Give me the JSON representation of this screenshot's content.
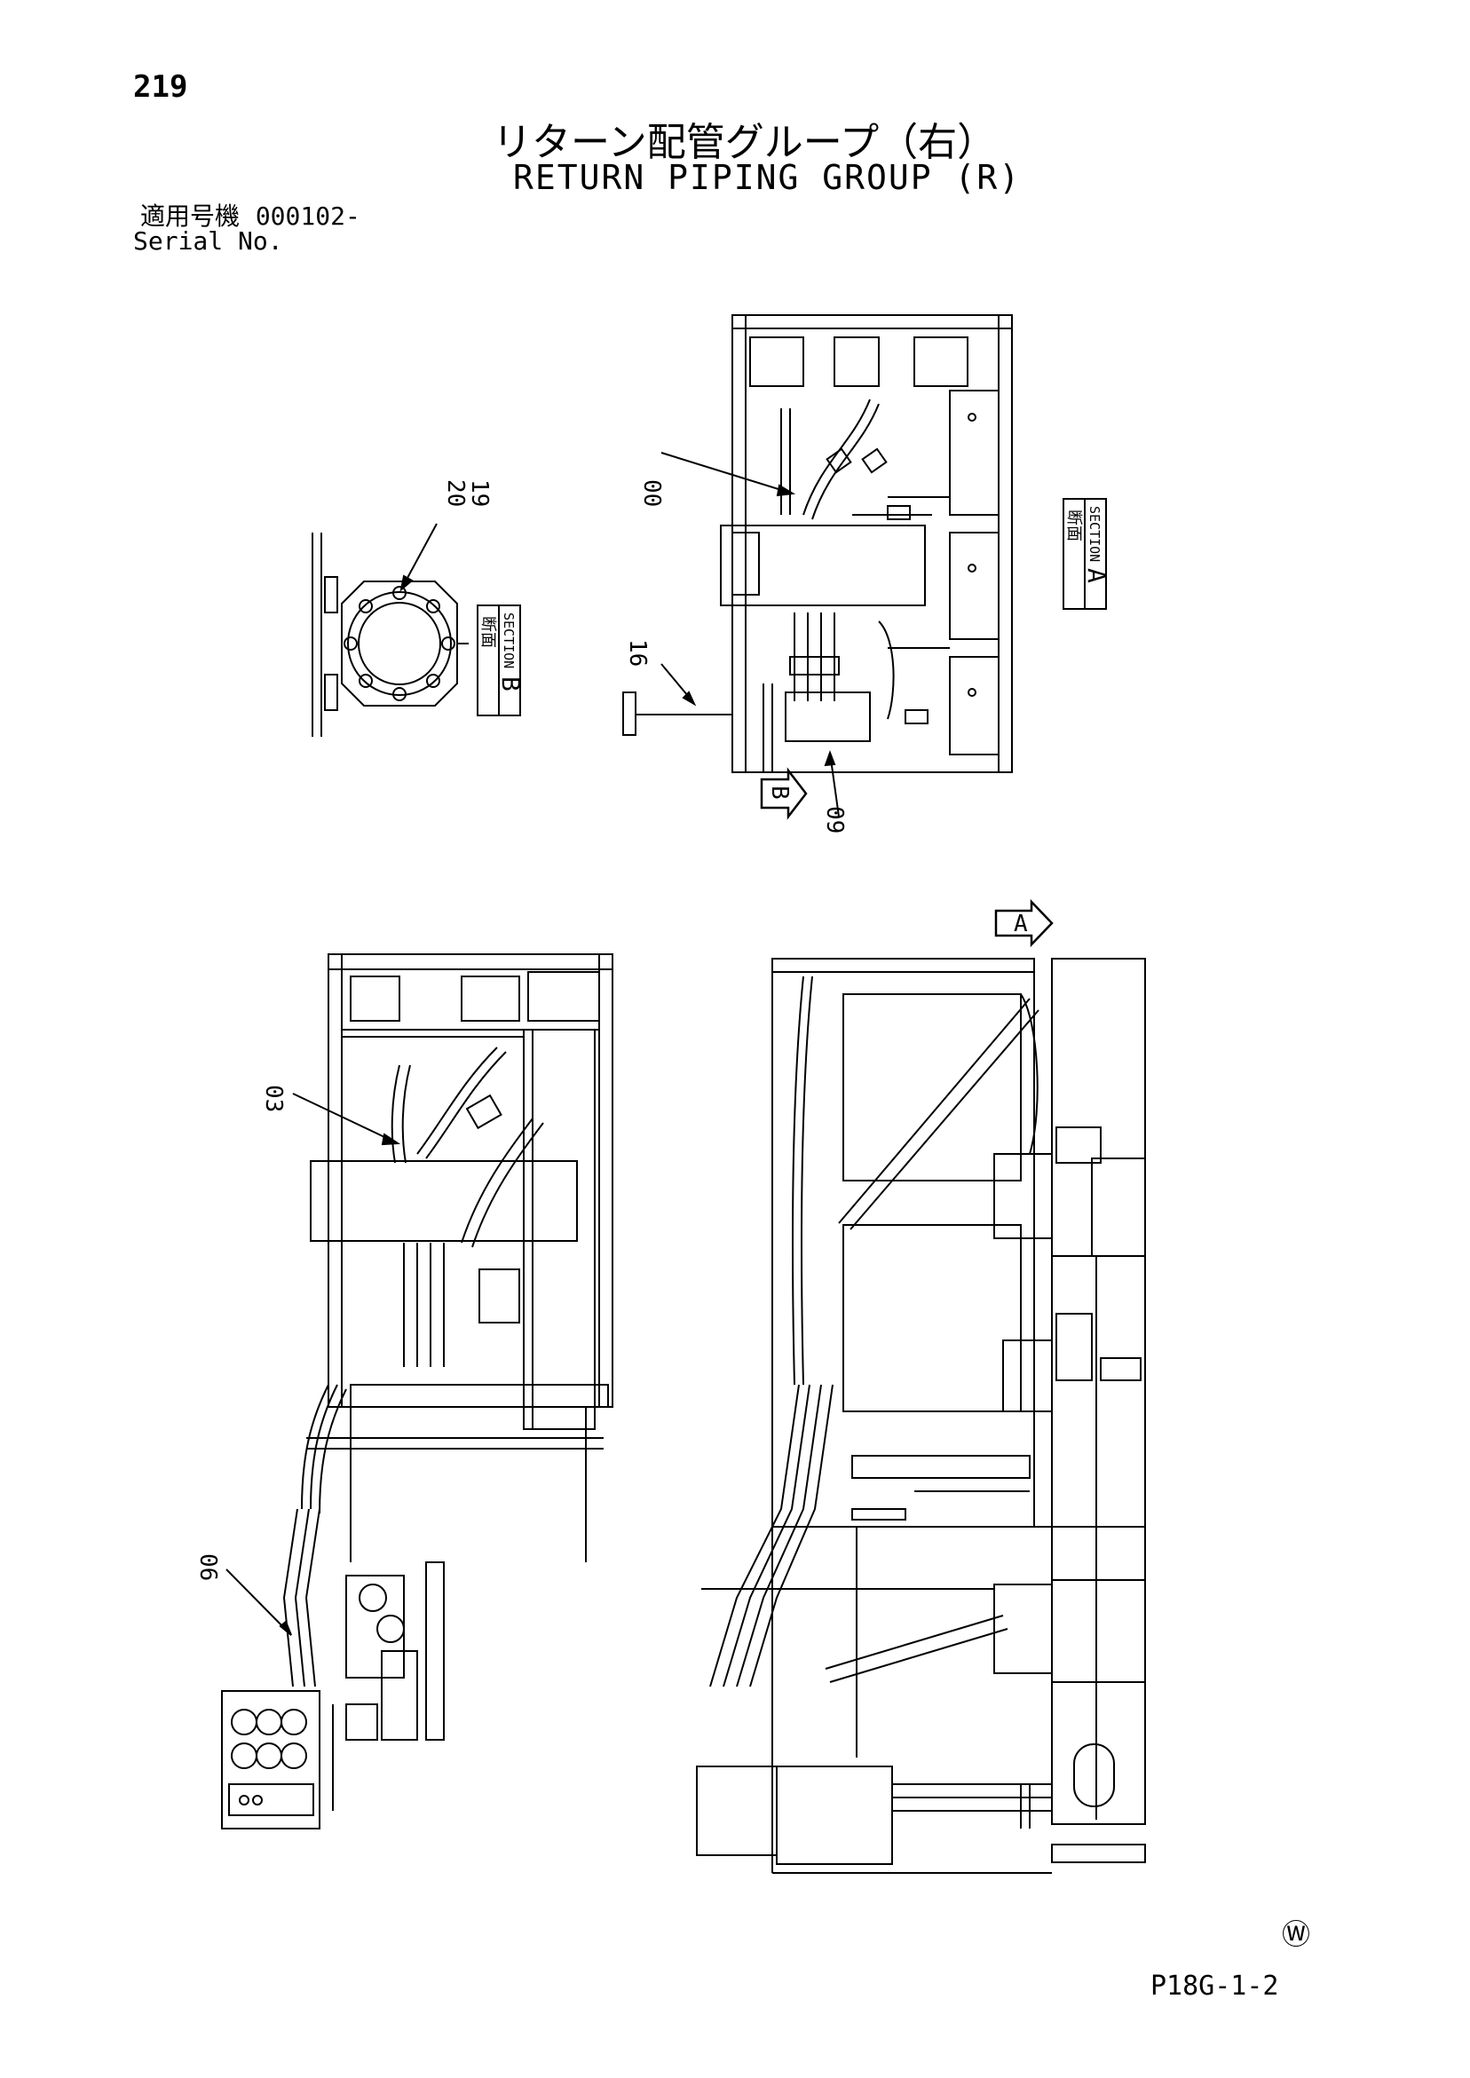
{
  "page_number": "219",
  "title_jp": "リターン配管グループ（右）",
  "title_en": "RETURN PIPING GROUP (R)",
  "serial_label_jp": "適用号機",
  "serial_value": "000102-",
  "serial_label_en": "Serial No.",
  "section_a": {
    "jp": "断面",
    "en": "SECTION",
    "letter": "A"
  },
  "section_b": {
    "jp": "断面",
    "en": "SECTION",
    "letter": "B"
  },
  "view_arrow_a": "A",
  "view_arrow_b": "B",
  "callouts": {
    "c00": "00",
    "c16": "16",
    "c09": "09",
    "c19": "19",
    "c20": "20",
    "c03": "03",
    "c06": "06"
  },
  "watermark": "Ⓦ",
  "drawing_code": "P18G-1-2"
}
